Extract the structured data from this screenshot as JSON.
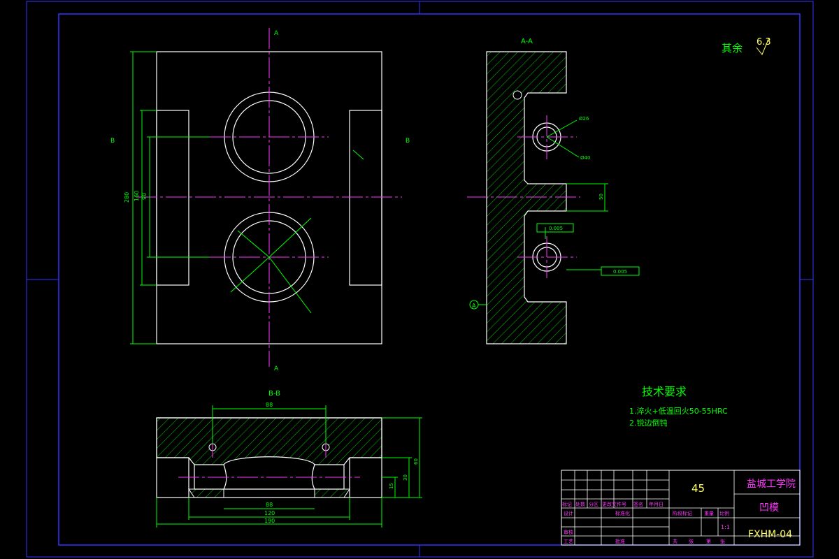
{
  "surface_finish": {
    "prefix": "其余",
    "value": "6.3"
  },
  "section_labels": {
    "a_top": "A",
    "a_bottom": "A",
    "b_left": "B",
    "b_right": "B",
    "section_aa": "A-A",
    "section_bb": "B-B"
  },
  "dims_front": {
    "overall": "280",
    "mid1": "160",
    "mid2": "90"
  },
  "dims_aa": {
    "d1": "Ø26",
    "d2": "Ø40",
    "spacing": "50",
    "tol1": "0.005",
    "tol2": "0.005",
    "datum": "A"
  },
  "dims_bb": {
    "top": "88",
    "mid": "88",
    "inner": "120",
    "overall": "190",
    "h1": "15",
    "h2": "30",
    "h3": "60"
  },
  "tech_requirements": {
    "title": "技术要求",
    "items": [
      "1.淬火+低温回火50-55HRC",
      "2.锐边倒钝"
    ]
  },
  "title_block": {
    "material": "45",
    "school": "盐城工学院",
    "part_name": "凹模",
    "drawing_no": "FXHM-04",
    "scale": "1:1",
    "header_labels": [
      "标记",
      "处数",
      "分区",
      "更改文件号",
      "签名",
      "年月日"
    ],
    "left_labels": [
      "设计",
      "审核",
      "工艺"
    ],
    "mid_labels": [
      "标准化",
      "批准"
    ],
    "stage_labels": [
      "阶段标记",
      "重量",
      "比例"
    ],
    "bottom_labels": [
      "共",
      "张",
      "第",
      "张"
    ]
  }
}
